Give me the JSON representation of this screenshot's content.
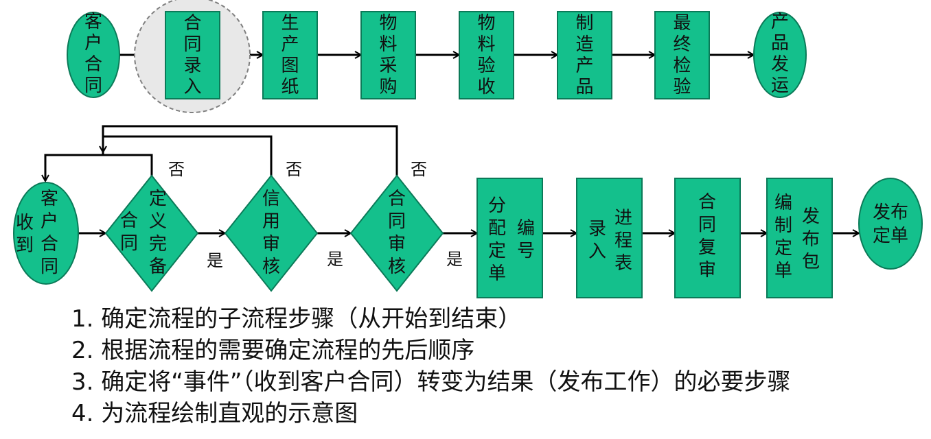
{
  "colors": {
    "node_fill": "#14C08C",
    "node_stroke": "#0B7A58",
    "line": "#000000",
    "highlight_fill": "#E8E8E8",
    "highlight_stroke": "#7F7F7F"
  },
  "top_flow": [
    {
      "id": "t0",
      "shape": "ellipse",
      "lines": [
        "客",
        "户",
        "合",
        "同"
      ]
    },
    {
      "id": "t1",
      "shape": "rect",
      "lines": [
        "合",
        "同",
        "录",
        "入"
      ],
      "highlighted": true
    },
    {
      "id": "t2",
      "shape": "rect",
      "lines": [
        "生",
        "产",
        "图",
        "纸"
      ]
    },
    {
      "id": "t3",
      "shape": "rect",
      "lines": [
        "物",
        "料",
        "采",
        "购"
      ]
    },
    {
      "id": "t4",
      "shape": "rect",
      "lines": [
        "物",
        "料",
        "验",
        "收"
      ]
    },
    {
      "id": "t5",
      "shape": "rect",
      "lines": [
        "制",
        "造",
        "产",
        "品"
      ]
    },
    {
      "id": "t6",
      "shape": "rect",
      "lines": [
        "最",
        "终",
        "检",
        "验"
      ]
    },
    {
      "id": "t7",
      "shape": "ellipse",
      "lines": [
        "产",
        "品",
        "发",
        "运"
      ]
    }
  ],
  "bottom_flow": [
    {
      "id": "b0",
      "shape": "ellipse",
      "label": "收到客户合同"
    },
    {
      "id": "b1",
      "shape": "diamond",
      "label": "合同定义完备"
    },
    {
      "id": "b2",
      "shape": "diamond",
      "label": "信用审核"
    },
    {
      "id": "b3",
      "shape": "diamond",
      "label": "合同审核"
    },
    {
      "id": "b4",
      "shape": "rect",
      "label": "分配定单编号"
    },
    {
      "id": "b5",
      "shape": "rect",
      "label": "录入进程表"
    },
    {
      "id": "b6",
      "shape": "rect",
      "label": "合同复审"
    },
    {
      "id": "b7",
      "shape": "rect",
      "label": "编制定单发布包"
    },
    {
      "id": "b8",
      "shape": "ellipse",
      "label": "发布定单"
    }
  ],
  "decision_labels": {
    "yes": "是",
    "no": "否"
  },
  "notes": [
    "1. 确定流程的子流程步骤（从开始到结束）",
    "2. 根据流程的需要确定流程的先后顺序",
    "3. 确定将“事件”（收到客户合同）转变为结果（发布工作）的必要步骤",
    "4. 为流程绘制直观的示意图"
  ]
}
